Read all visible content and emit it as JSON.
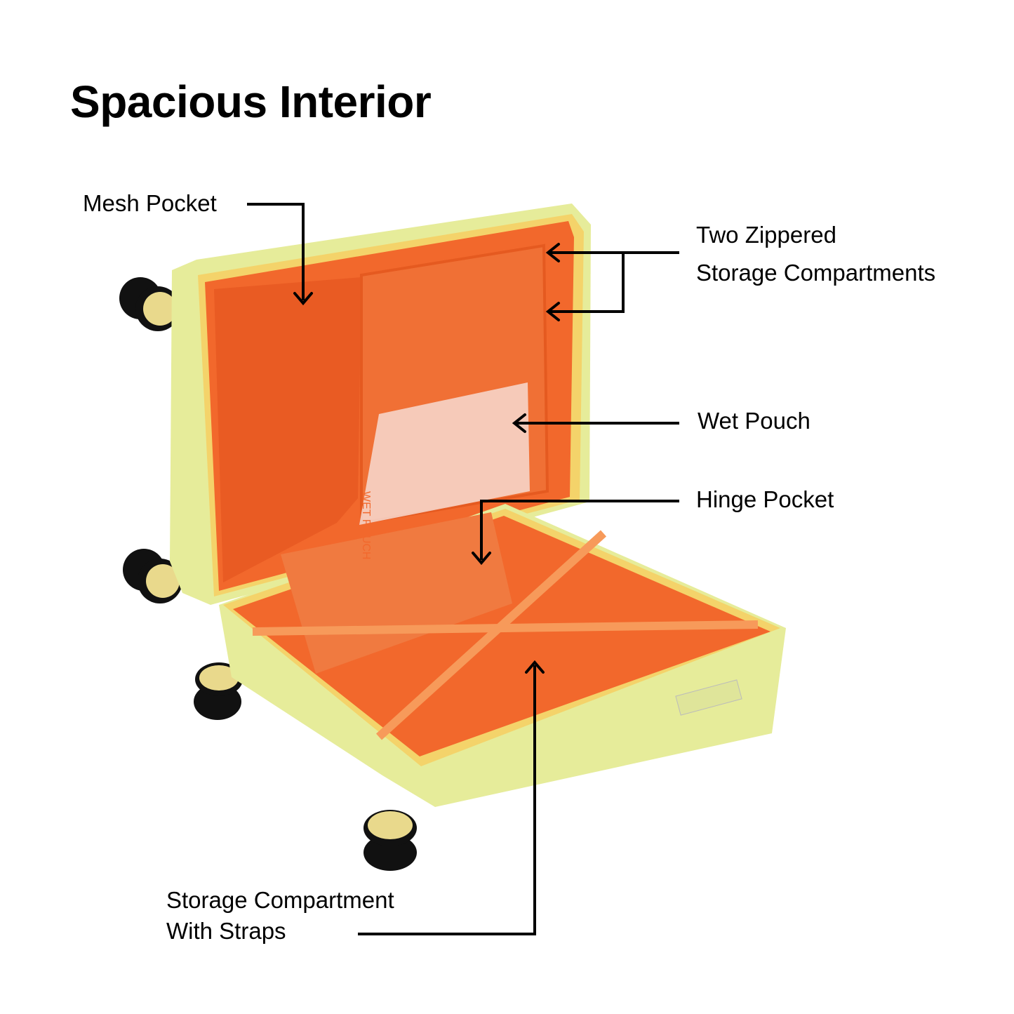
{
  "title": "Spacious Interior",
  "callouts": {
    "mesh_pocket": "Mesh Pocket",
    "zippered_line1": "Two Zippered",
    "zippered_line2": "Storage  Compartments",
    "wet_pouch": "Wet Pouch",
    "hinge_pocket": "Hinge Pocket",
    "storage_line1": "Storage Compartment",
    "storage_line2": "With Straps"
  },
  "product": {
    "pouch_print": "WET POUCH",
    "colors": {
      "shell": "#e6ec9a",
      "lining": "#f2682c",
      "trim": "#f4d36a",
      "wheel": "#e9d98c"
    }
  }
}
